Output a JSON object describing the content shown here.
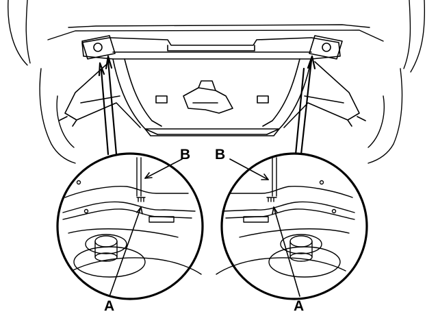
{
  "callouts": {
    "b_left": "B",
    "b_right": "B",
    "a_left": "A",
    "a_right": "A"
  },
  "colors": {
    "line": "#000000",
    "background": "#ffffff"
  }
}
